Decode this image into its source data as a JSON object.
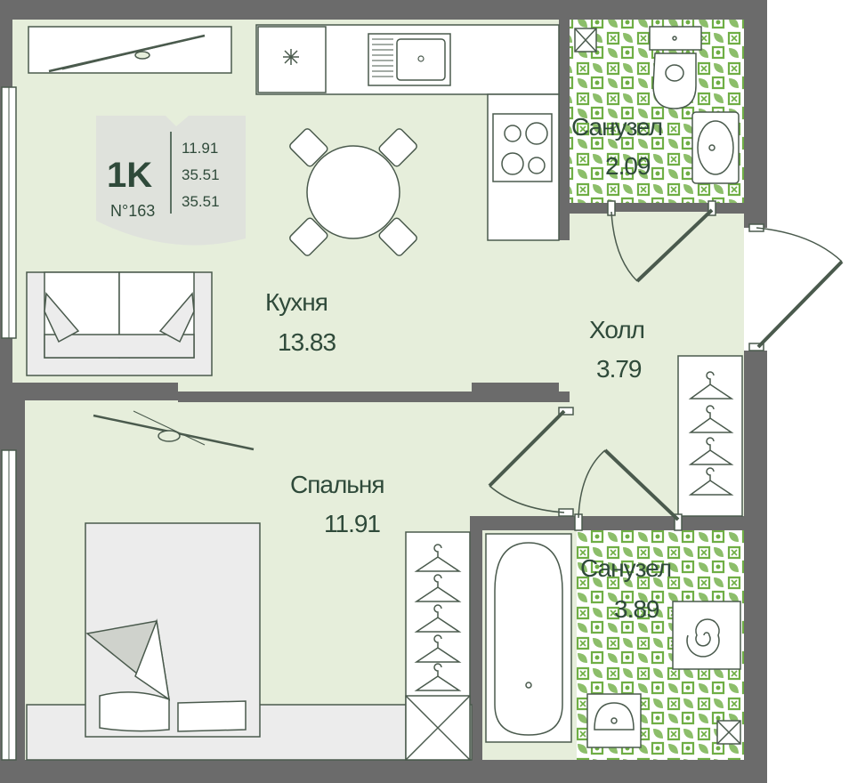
{
  "apartment": {
    "type_label": "1K",
    "number_label": "N°163",
    "areas": [
      "11.91",
      "35.51",
      "35.51"
    ]
  },
  "rooms": [
    {
      "name": "Кухня",
      "area": "13.83"
    },
    {
      "name": "Холл",
      "area": "3.79"
    },
    {
      "name": "Санузел",
      "area": "2.09"
    },
    {
      "name": "Спальня",
      "area": "11.91"
    },
    {
      "name": "Санузел",
      "area": "3.89"
    }
  ],
  "colors": {
    "wall": "#6b6b6b",
    "floor": "#e6eedb",
    "tile": "#6fae45",
    "outline": "#4a5a4d",
    "text": "#2f4a3a",
    "furniture": "#ececec"
  },
  "icons": [
    "stove-icon",
    "sink-icon",
    "cooktop-icon",
    "toilet-icon",
    "washbasin-icon",
    "bathtub-icon",
    "washing-machine-icon",
    "hanger-icon",
    "shaft-icon"
  ]
}
